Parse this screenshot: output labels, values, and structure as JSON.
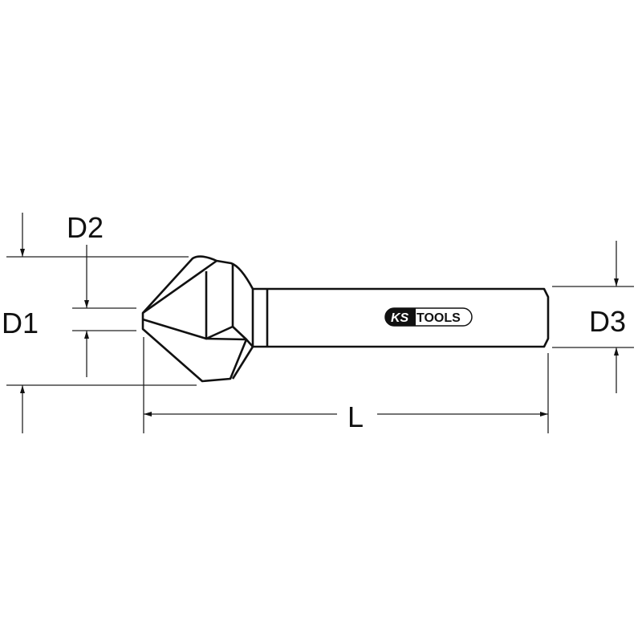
{
  "labels": {
    "d1": "D1",
    "d2": "D2",
    "d3": "D3",
    "l": "L"
  },
  "logo": {
    "brand_left": "KS",
    "brand_right": "TOOLS"
  },
  "colors": {
    "line": "#111111",
    "background": "#ffffff"
  }
}
